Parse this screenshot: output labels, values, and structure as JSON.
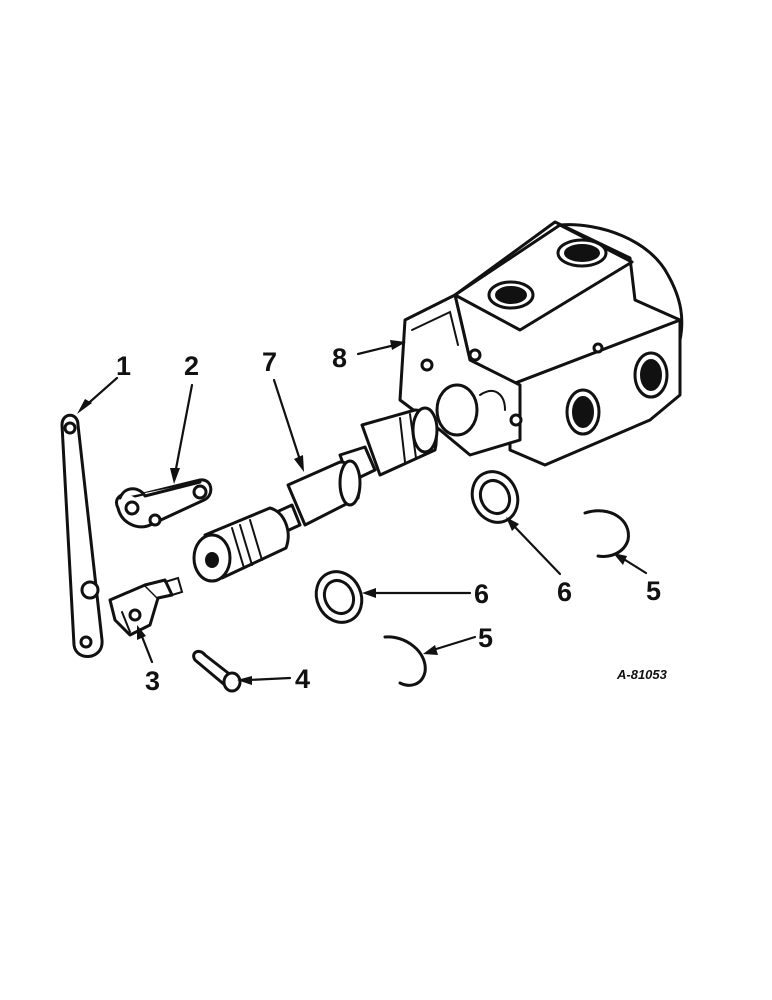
{
  "figure": {
    "reference": "A-81053"
  },
  "callouts": [
    {
      "id": "lever",
      "label": "1"
    },
    {
      "id": "link",
      "label": "2"
    },
    {
      "id": "clevis",
      "label": "3"
    },
    {
      "id": "pin",
      "label": "4"
    },
    {
      "id": "snap-ring-lower",
      "label": "5"
    },
    {
      "id": "snap-ring-right",
      "label": "5"
    },
    {
      "id": "seal-lower",
      "label": "6"
    },
    {
      "id": "seal-right",
      "label": "6"
    },
    {
      "id": "valve-spool",
      "label": "7"
    },
    {
      "id": "valve-body",
      "label": "8"
    }
  ],
  "colors": {
    "ink": "#111111",
    "paper": "#ffffff"
  }
}
